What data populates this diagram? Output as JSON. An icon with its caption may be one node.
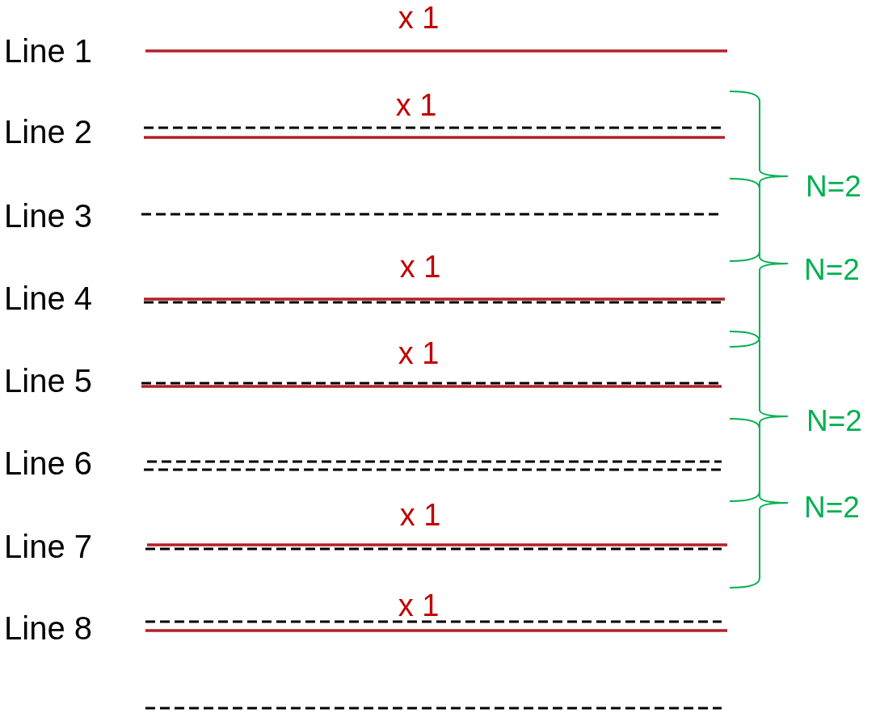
{
  "diagram": {
    "labels": [
      "x 1",
      "Line 1",
      "x 1",
      "Line 2",
      "N=2",
      "Line 3",
      "x 1",
      "N=2",
      "Line 4",
      "x 1",
      "Line 5",
      "N=2",
      "Line 6",
      "N=2",
      "x 1",
      "Line 7",
      "x 1",
      "Line 8"
    ]
  }
}
